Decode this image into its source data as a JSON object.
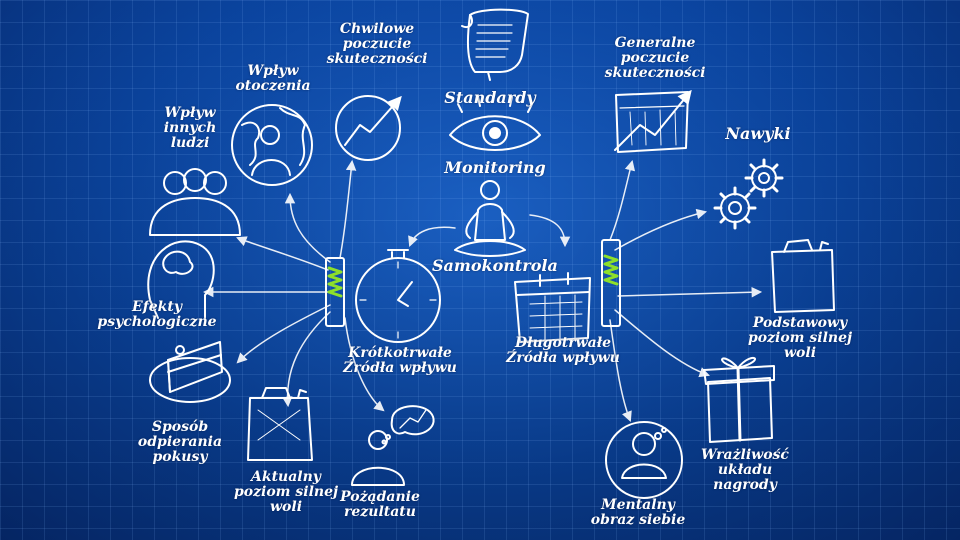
{
  "labels": {
    "chwilowe": "Chwilowe\npoczucie\nskuteczności",
    "standardy": "Standardy",
    "generalne": "Generalne\npoczucie\nskuteczności",
    "wplyw_otoczenia": "Wpływ\notoczenia",
    "wplyw_ludzi": "Wpływ\ninnych\nludzi",
    "monitoring": "Monitoring",
    "nawyki": "Nawyki",
    "samokontrola": "Samokontrola",
    "efekty": "Efekty\npsychologiczne",
    "krotkotrwale": "Krótkotrwałe\nŹródła wpływu",
    "dlugotrwale": "Długotrwałe\nŹródła wpływu",
    "podstawowy": "Podstawowy\npoziom silnej\nwoli",
    "sposob": "Sposób\nodpierania\npokusy",
    "aktualny": "Aktualny\npoziom silnej\nwoli",
    "pozadanie": "Pożądanie\nrezultatu",
    "wrazliwosc": "Wrażliwość\nukładu\nnagrody",
    "mentalny": "Mentalny\nobraz siebie"
  },
  "colors": {
    "background": "#0b47a3",
    "line": "#ffffff",
    "accent": "#8ee02a"
  }
}
